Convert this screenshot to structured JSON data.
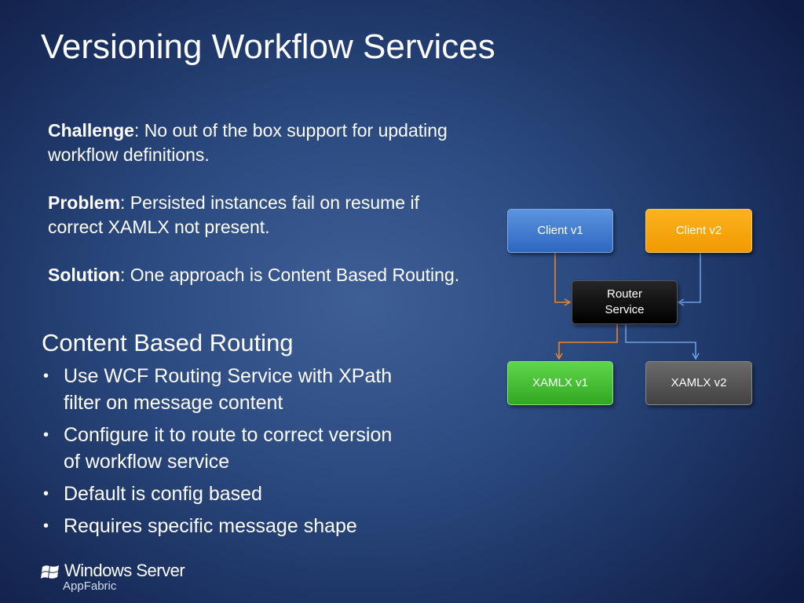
{
  "slide": {
    "title": "Versioning Workflow Services",
    "paragraphs": [
      {
        "label": "Challenge",
        "text": ": No out of the box support for updating workflow definitions."
      },
      {
        "label": "Problem",
        "text": ": Persisted instances fail on resume if correct XAMLX not present."
      },
      {
        "label": "Solution",
        "text": ": One approach is Content Based Routing."
      }
    ],
    "subheading": "Content Based Routing",
    "bullets": [
      "Use WCF Routing Service with XPath filter on message content",
      "Configure it to route to correct version of workflow service",
      "Default is config based",
      "Requires specific message shape"
    ],
    "bullet_glyph": "•"
  },
  "diagram": {
    "client_v1": "Client v1",
    "client_v2": "Client v2",
    "router": "Router Service",
    "xamlx_v1": "XAMLX v1",
    "xamlx_v2": "XAMLX v2",
    "colors": {
      "client_v1": "#3b78cf",
      "client_v2": "#f5a300",
      "router": "#000000",
      "xamlx_v1": "#3fba2b",
      "xamlx_v2": "#505050",
      "arrow_orange": "#e8832a",
      "arrow_blue": "#6f9be0"
    }
  },
  "footer": {
    "logo_name": "Windows Server",
    "logo_sub": "AppFabric",
    "logo_icon": "windows-flag-icon"
  }
}
